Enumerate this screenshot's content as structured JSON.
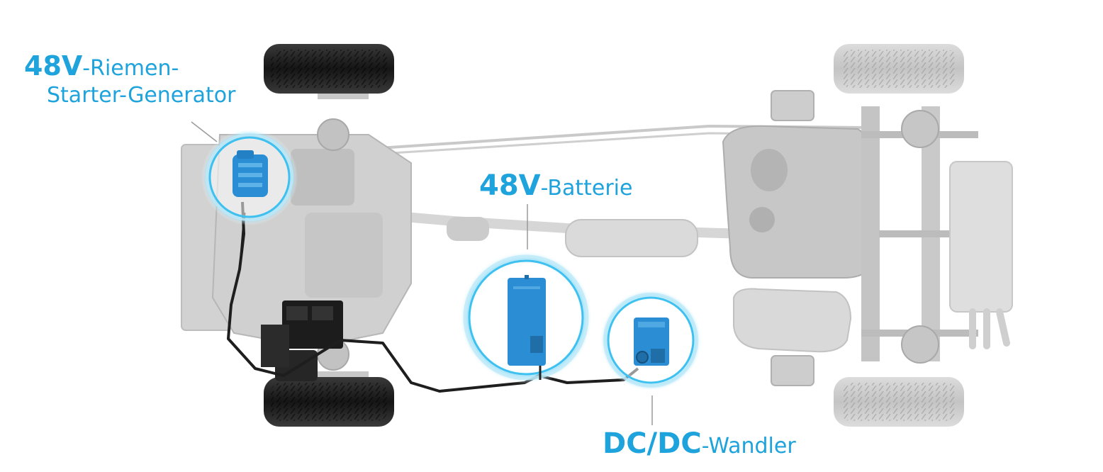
{
  "accent": "#1ea3dc",
  "labels": {
    "rsg": {
      "strong": "48V",
      "rest": "-Riemen-",
      "line2": "Starter-Generator"
    },
    "battery": {
      "strong": "48V",
      "rest": "-Batterie"
    },
    "dcdc": {
      "strong": "DC/DC",
      "rest": "-Wandler"
    }
  },
  "colors": {
    "chassis": "#d4d4d4",
    "chassis_dark": "#b9b9b9",
    "tire": "#1f1f1f",
    "component": "#2f8fd0",
    "glow": "#5cc8f0",
    "cable": "#222222"
  }
}
